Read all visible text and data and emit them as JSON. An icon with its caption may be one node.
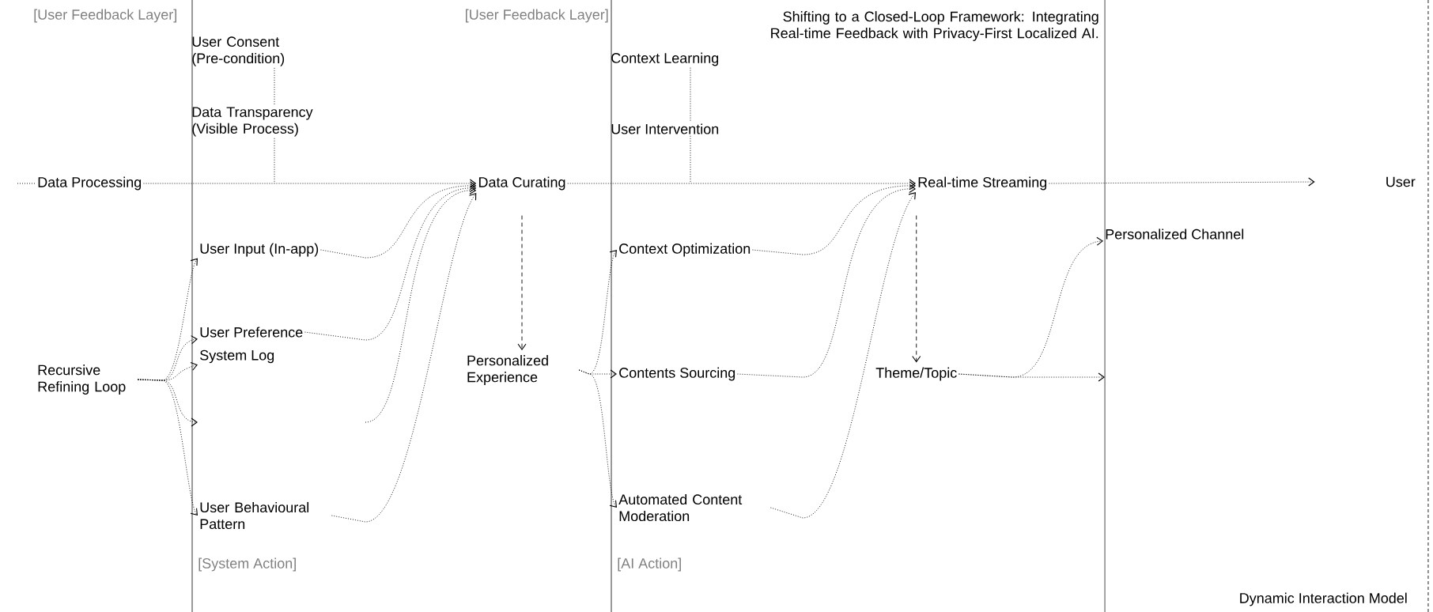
{
  "diagram": {
    "nodes": [
      {
        "text": [
          "Data Processing"
        ]
      },
      {
        "text": [
          "User Consent (Pre-condition)"
        ]
      },
      {
        "text": [
          "Data Transparency (Visible Process)"
        ]
      },
      {
        "text": [
          "User Input (In-app)"
        ]
      },
      {
        "text": [
          "User Preference"
        ]
      },
      {
        "text": [
          "System Log"
        ]
      },
      {
        "text": [
          "User Behavioural Pattern"
        ]
      },
      {
        "text": [
          "Recursive Refining Loop"
        ]
      },
      {
        "text": [
          "Data Curating"
        ]
      },
      {
        "text": [
          "Personalized Experience"
        ]
      },
      {
        "text": [
          "Context Learning"
        ]
      },
      {
        "text": [
          "User Intervention"
        ]
      },
      {
        "text": [
          "Context Optimization"
        ]
      },
      {
        "text": [
          "Contents Sourcing"
        ]
      },
      {
        "text": [
          "Automated Content Moderation"
        ]
      },
      {
        "text": [
          "Real-time Streaming"
        ]
      },
      {
        "text": [
          "Theme/Topic"
        ]
      },
      {
        "text": [
          "Personalized Channel"
        ]
      },
      {
        "text": [
          "User"
        ]
      }
    ],
    "edges": [
      {
        "from": null,
        "to": 0,
        "arrow": "none",
        "style": "dashed"
      },
      {
        "from": 0,
        "to": 8,
        "arrow": "to",
        "style": "dashed"
      },
      {
        "from": 8,
        "to": 15,
        "arrow": "to",
        "style": "dashed"
      },
      {
        "from": 15,
        "to": 18,
        "arrow": "to",
        "style": "dashed"
      },
      {
        "from": 1,
        "to": 2,
        "arrow": "none",
        "style": "dashed"
      },
      {
        "from": 2,
        "to": null,
        "arrow": "none",
        "style": "dashed"
      },
      {
        "from": 10,
        "to": 11,
        "arrow": "none",
        "style": "dashed"
      },
      {
        "from": 11,
        "to": null,
        "arrow": "none",
        "style": "dashed"
      },
      {
        "from": 7,
        "to": 3,
        "arrow": "to",
        "style": "dashed"
      },
      {
        "from": 7,
        "to": 4,
        "arrow": "to",
        "style": "dashed"
      },
      {
        "from": 7,
        "to": 5,
        "arrow": "to",
        "style": "dashed"
      },
      {
        "from": 7,
        "to": null,
        "arrow": "to",
        "style": "dashed"
      },
      {
        "from": 7,
        "to": 6,
        "arrow": "to",
        "style": "dashed"
      },
      {
        "from": 3,
        "to": 8,
        "arrow": "to",
        "style": "dashed"
      },
      {
        "from": 4,
        "to": 8,
        "arrow": "to",
        "style": "dashed"
      },
      {
        "from": null,
        "to": 8,
        "arrow": "to",
        "style": "dashed"
      },
      {
        "from": 6,
        "to": 8,
        "arrow": "to",
        "style": "dashed"
      },
      {
        "from": 9,
        "to": 12,
        "arrow": "to",
        "style": "dashed"
      },
      {
        "from": 9,
        "to": 13,
        "arrow": "to",
        "style": "dashed"
      },
      {
        "from": 9,
        "to": 14,
        "arrow": "to",
        "style": "dashed"
      },
      {
        "from": 12,
        "to": 15,
        "arrow": "to",
        "style": "dashed"
      },
      {
        "from": 13,
        "to": 15,
        "arrow": "to",
        "style": "dashed"
      },
      {
        "from": 14,
        "to": 15,
        "arrow": "to",
        "style": "dashed"
      },
      {
        "from": 8,
        "to": 9,
        "arrow": "to",
        "style": "dashed"
      },
      {
        "from": 15,
        "to": 16,
        "arrow": "to",
        "style": "dashed"
      },
      {
        "from": 16,
        "to": 17,
        "arrow": "to",
        "style": "dashed"
      },
      {
        "from": 16,
        "to": null,
        "arrow": "to",
        "style": "dashed"
      }
    ],
    "labels": [
      "[User Feedback Layer]",
      "[User Feedback Layer]",
      "Shifting to a Closed-Loop Framework: Integrating Real-time Feedback with Privacy-First Localized AI.",
      "[System Action]",
      "[AI Action]",
      "Dynamic Interaction Model"
    ]
  }
}
